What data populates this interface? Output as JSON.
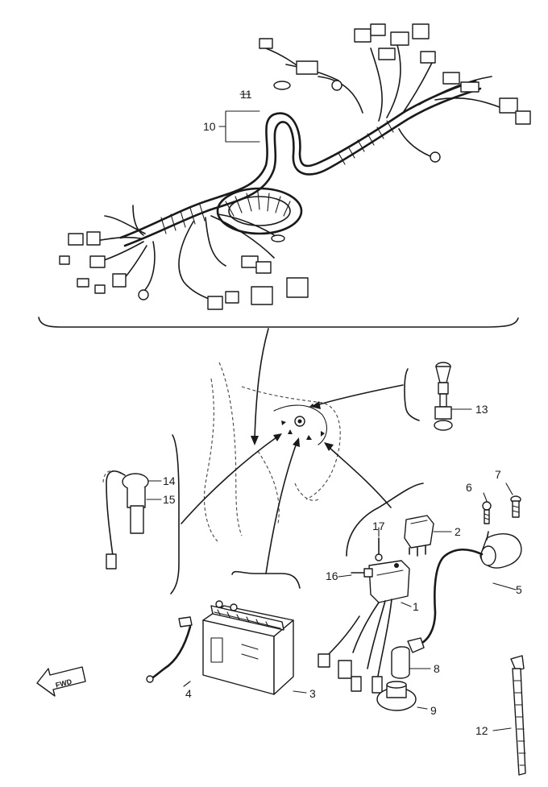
{
  "callouts": {
    "c1": "1",
    "c2": "2",
    "c3": "3",
    "c4": "4",
    "c5": "5",
    "c6": "6",
    "c7": "7",
    "c8": "8",
    "c9": "9",
    "c10": "10",
    "c11": "11",
    "c12": "12",
    "c13": "13",
    "c14": "14",
    "c15": "15",
    "c16": "16",
    "c17": "17"
  },
  "badge": {
    "fwd": "FWD"
  }
}
